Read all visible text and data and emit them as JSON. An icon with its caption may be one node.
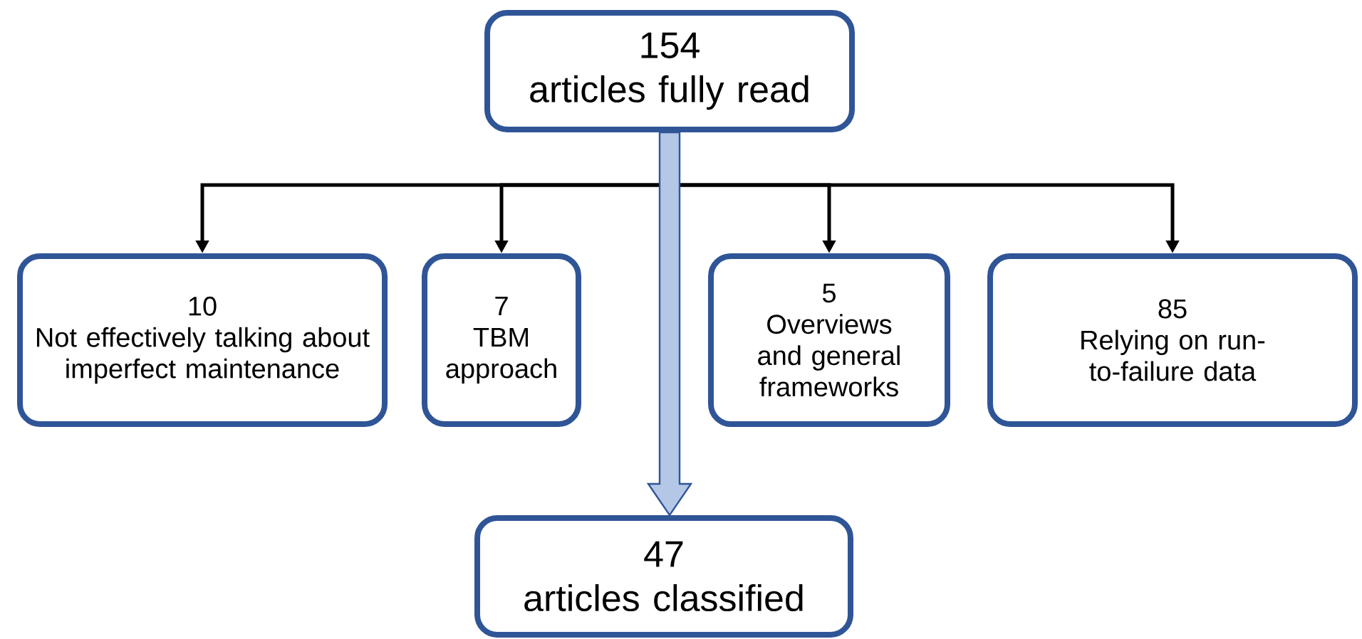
{
  "diagram": {
    "nodes": [
      {
        "text": [
          "154",
          "articles fully read"
        ]
      },
      {
        "text": [
          "10",
          "Not effectively talking about imperfect maintenance"
        ]
      },
      {
        "text": [
          "7",
          "TBM approach"
        ]
      },
      {
        "text": [
          "5",
          "Overviews and general frameworks"
        ]
      },
      {
        "text": [
          "85",
          "Relying on run-to-failure data"
        ]
      },
      {
        "text": [
          "47",
          "articles classified"
        ]
      }
    ],
    "edges": [
      {
        "from": 0,
        "to": 1,
        "arrow": "to"
      },
      {
        "from": 0,
        "to": 2,
        "arrow": "to"
      },
      {
        "from": 0,
        "to": 3,
        "arrow": "to"
      },
      {
        "from": 0,
        "to": 4,
        "arrow": "to"
      },
      {
        "from": 0,
        "to": 5,
        "arrow": "to",
        "style": "thick",
        "color": "#b4c7e7"
      }
    ]
  }
}
